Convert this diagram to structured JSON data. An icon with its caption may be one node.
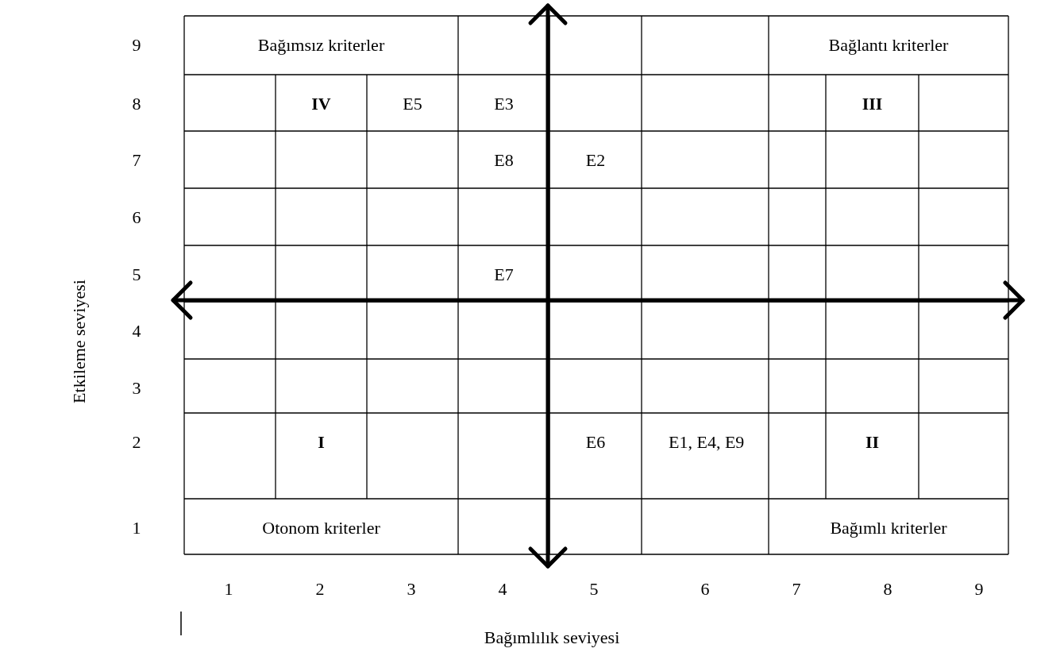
{
  "diagram": {
    "labels": [
      "9",
      "Bağımsız kriterler",
      "Bağlantı kriterler",
      "8",
      "IV",
      "E5",
      "E3",
      "III",
      "7",
      "E8",
      "E2",
      "6",
      "5",
      "E7",
      "4",
      "3",
      "2",
      "I",
      "E6",
      "E1, E4, E9",
      "II",
      "1",
      "Otonom kriterler",
      "Bağımlı kriterler",
      "1",
      "2",
      "3",
      "4",
      "5",
      "6",
      "7",
      "8",
      "9",
      "Etkileme seviyesi",
      "Bağımlılık seviyesi"
    ]
  }
}
